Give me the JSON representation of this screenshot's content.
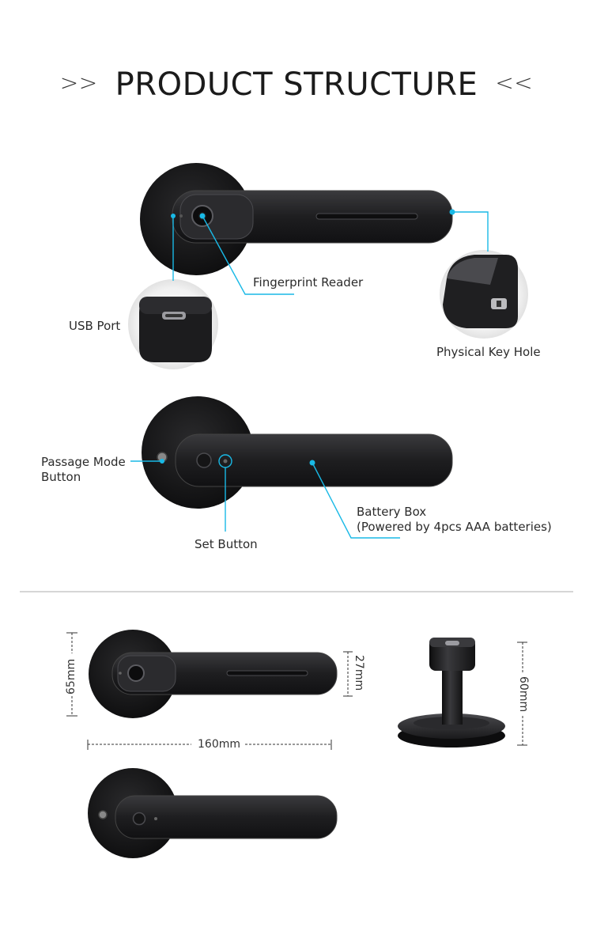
{
  "header": {
    "left_chevrons": ">>",
    "title": "PRODUCT STRUCTURE",
    "right_chevrons": "<<"
  },
  "callouts": {
    "fingerprint_reader": "Fingerprint Reader",
    "usb_port": "USB Port",
    "physical_key_hole": "Physical Key Hole",
    "passage_mode_button_line1": "Passage Mode",
    "passage_mode_button_line2": "Button",
    "set_button": "Set Button",
    "battery_box_line1": "Battery Box",
    "battery_box_line2": "(Powered by 4pcs AAA batteries)"
  },
  "dimensions": {
    "rose_diameter": "65mm",
    "handle_height": "27mm",
    "handle_length": "160mm",
    "projection": "60mm"
  },
  "colors": {
    "accent_cyan": "#19b9e6",
    "lock_black": "#1c1c1e",
    "divider": "#bdbdbd"
  }
}
